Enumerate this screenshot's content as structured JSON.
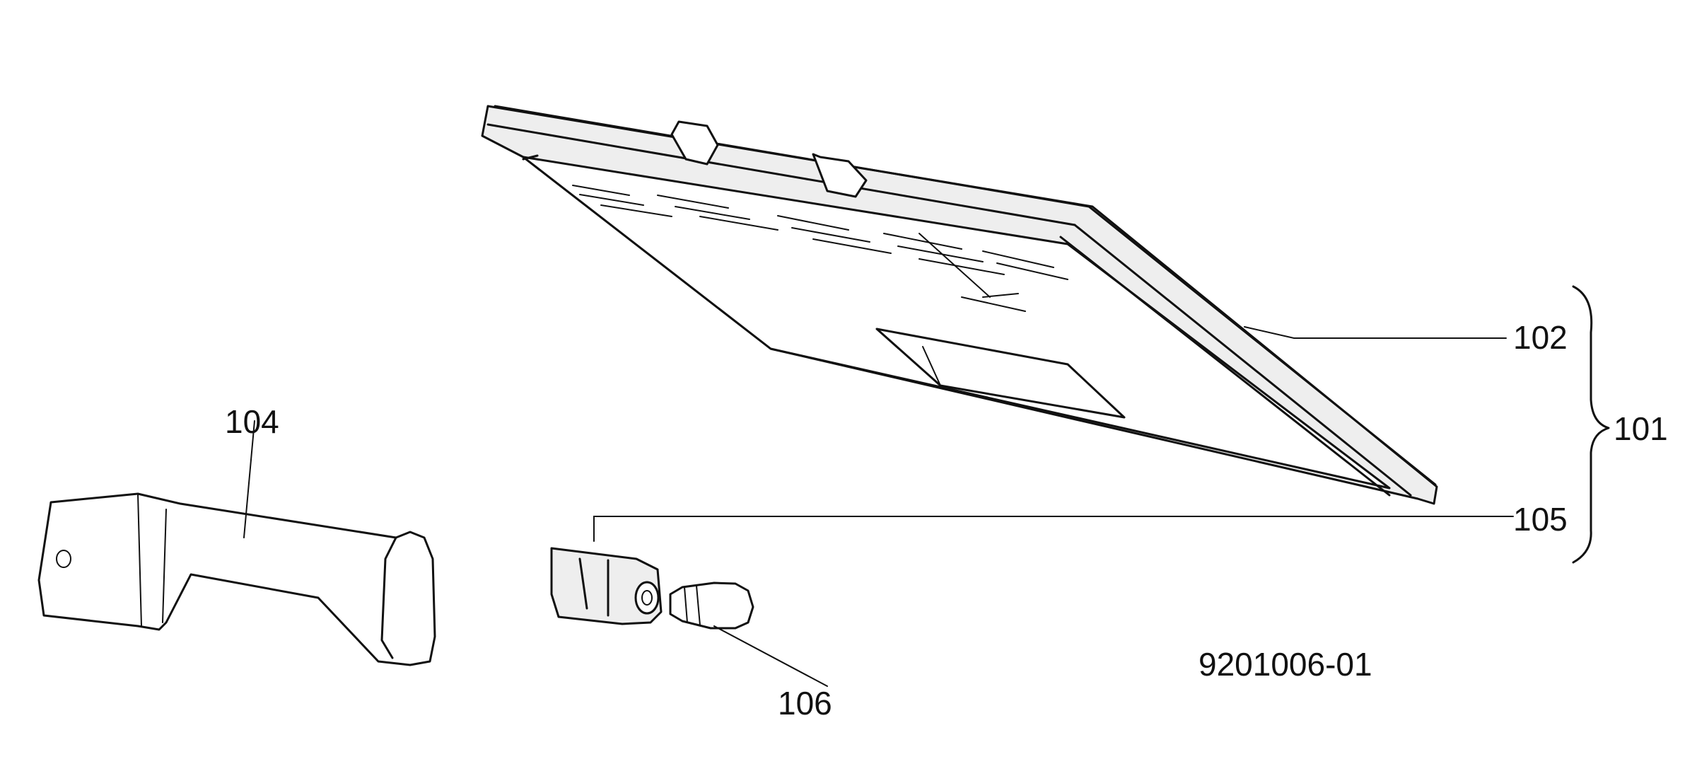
{
  "labels": {
    "part_101": "101",
    "part_102": "102",
    "part_104": "104",
    "part_105": "105",
    "part_106": "106",
    "drawing_number": "9201006-01"
  },
  "colors": {
    "ink": "#111111",
    "background": "#ffffff"
  }
}
